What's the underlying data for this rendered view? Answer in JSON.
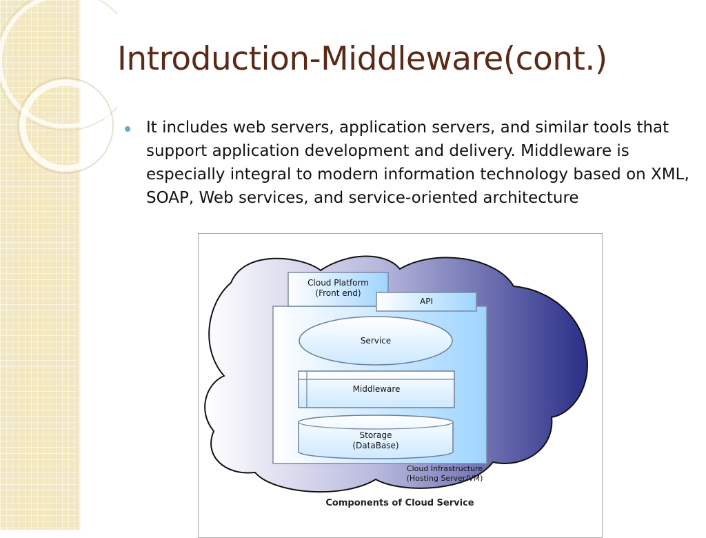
{
  "slide": {
    "title": "Introduction-Middleware(cont.)",
    "bullet": "It includes web servers, application servers, and similar tools that support application development and delivery. Middleware is especially integral to modern information technology based on XML, SOAP, Web services, and service-oriented architecture"
  },
  "diagram": {
    "cloud_platform": "Cloud Platform\n(Front end)",
    "api": "API",
    "service": "Service",
    "middleware": "Middleware",
    "storage": "Storage\n(DataBase)",
    "infrastructure": "Cloud Infrastructure\n(Hosting Server/VM)",
    "caption": "Components of Cloud Service"
  },
  "colors": {
    "title": "#5b2a17",
    "bullet_marker": "#5bb0c8",
    "cloud_dark": "#2b2f87",
    "box_fill": "#bfe6ff"
  }
}
